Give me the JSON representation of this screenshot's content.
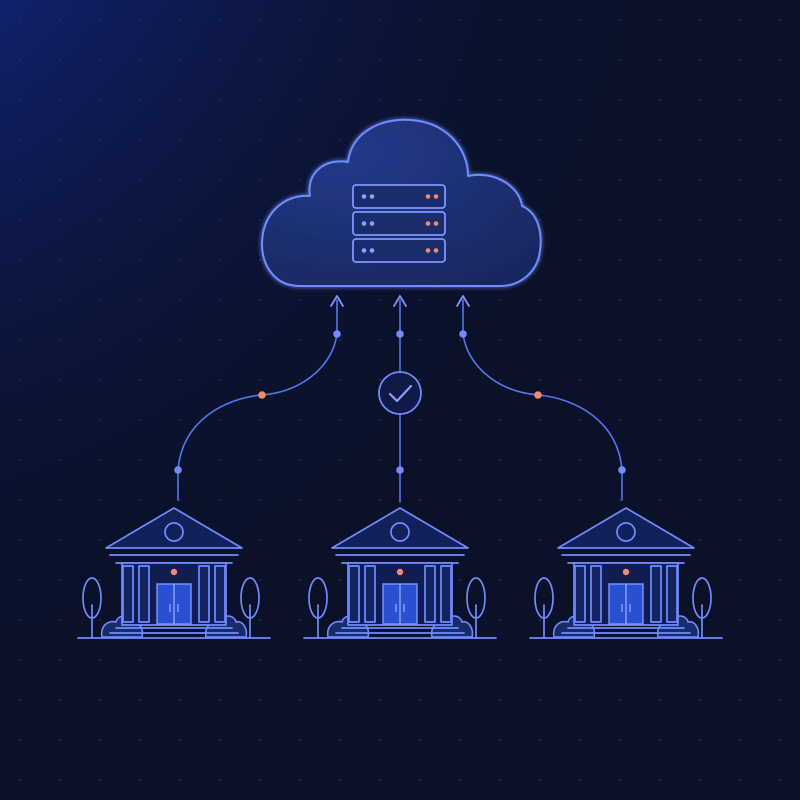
{
  "colors": {
    "background": "#0a1129",
    "glow": "#1a3fd6",
    "line": "#5b7cf5",
    "line_soft": "#4862d8",
    "cloud_fill": "#1d2e6b",
    "node": "#6a86ff",
    "accent": "#f28a6e",
    "door": "#2a4fd0",
    "grid_dot": "#2a3a78"
  },
  "diagram": {
    "cloud": {
      "icon": "cloud-icon",
      "server_rows": 3
    },
    "buildings": [
      {
        "icon": "bank-building-icon"
      },
      {
        "icon": "bank-building-icon"
      },
      {
        "icon": "bank-building-icon"
      }
    ],
    "connections": [
      {
        "from": "building-left",
        "to": "cloud"
      },
      {
        "from": "building-center",
        "to": "cloud",
        "badge": "check-icon"
      },
      {
        "from": "building-right",
        "to": "cloud"
      }
    ]
  }
}
